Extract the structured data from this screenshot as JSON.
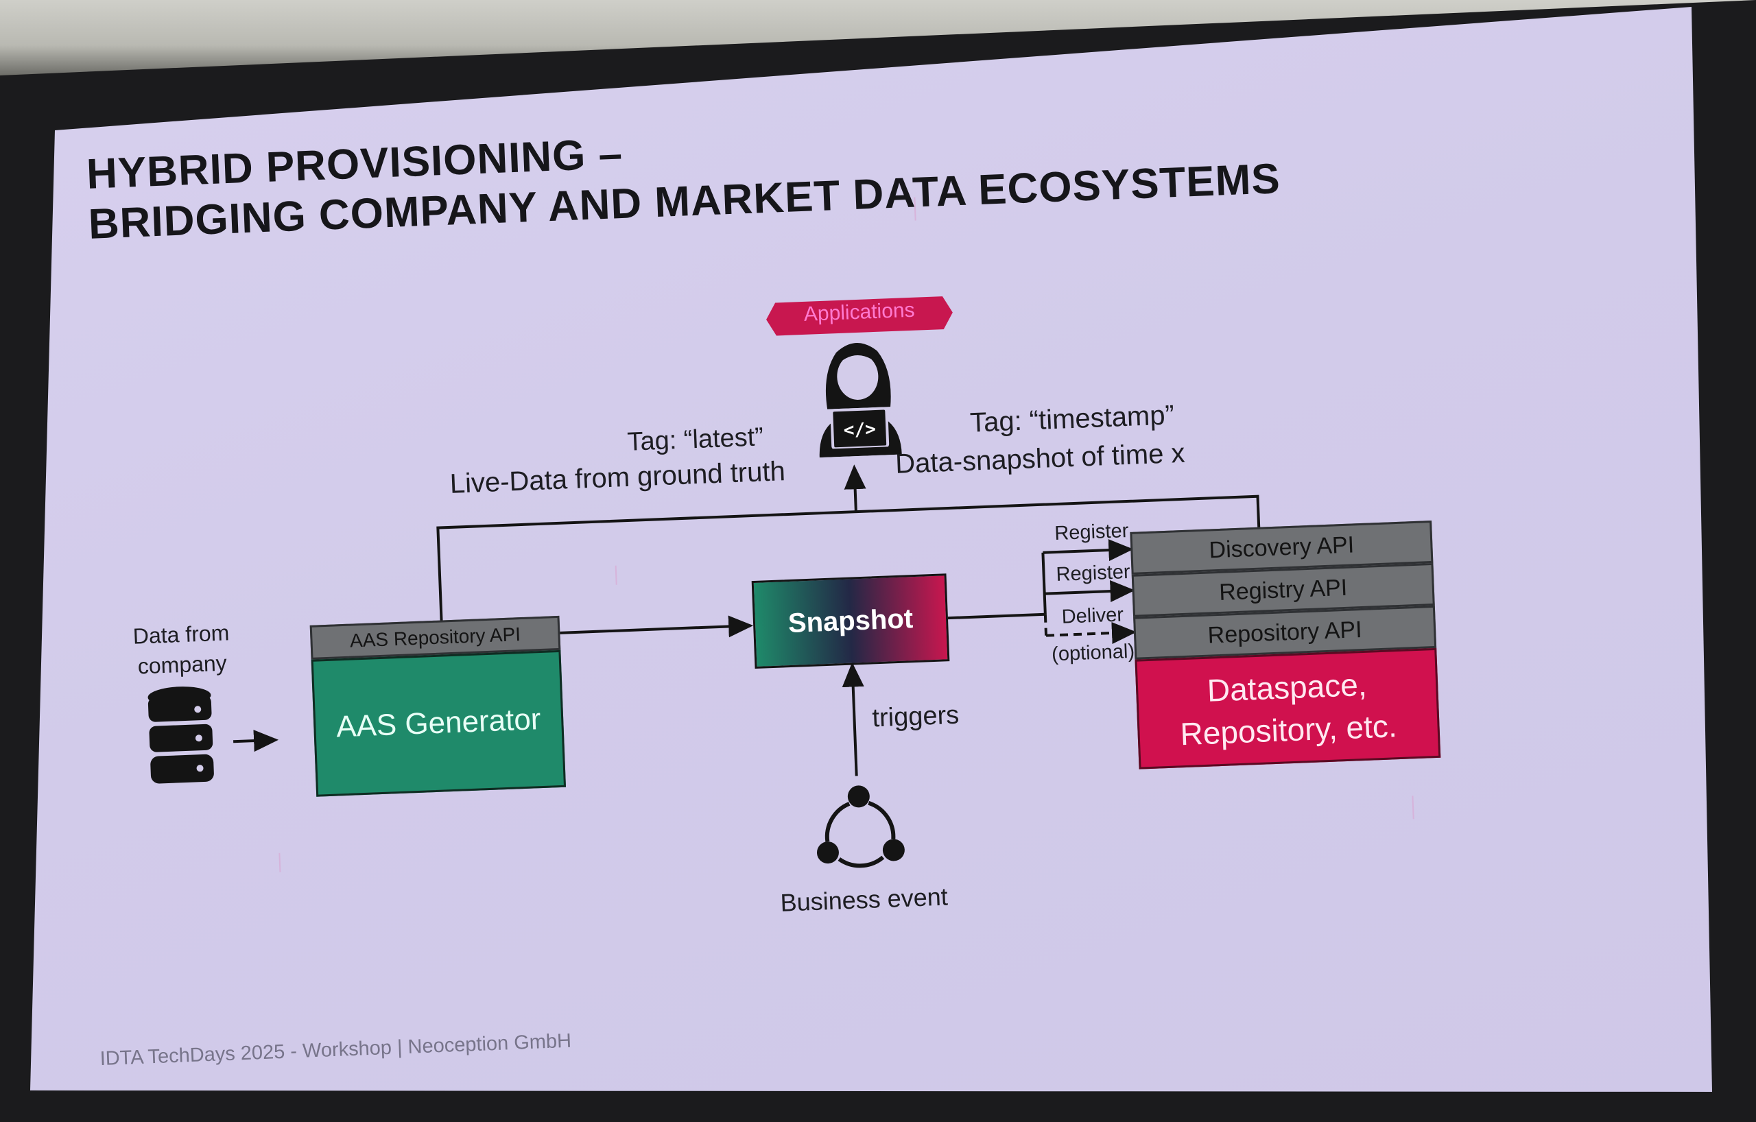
{
  "slide": {
    "title_line1": "HYBRID PROVISIONING –",
    "title_line2": "BRIDGING COMPANY AND MARKET DATA ECOSYSTEMS",
    "footer": "IDTA TechDays 2025 - Workshop | Neoception GmbH"
  },
  "diagram": {
    "applications_label": "Applications",
    "tag_latest": "Tag: “latest”",
    "tag_latest_desc": "Live-Data from ground truth",
    "tag_timestamp": "Tag: “timestamp”",
    "tag_timestamp_desc": "Data-snapshot of time x",
    "data_from_company_line1": "Data from",
    "data_from_company_line2": "company",
    "aas_repo_api": "AAS Repository API",
    "aas_generator": "AAS Generator",
    "snapshot": "Snapshot",
    "triggers": "triggers",
    "business_event": "Business event",
    "register_1": "Register",
    "register_2": "Register",
    "deliver": "Deliver",
    "optional": "(optional)",
    "discovery_api": "Discovery API",
    "registry_api": "Registry API",
    "repository_api": "Repository API",
    "dataspace_line1": "Dataspace,",
    "dataspace_line2": "Repository, etc."
  },
  "colors": {
    "slide_bg": "#d3ccea",
    "green": "#1f8a6a",
    "crimson": "#d0114e",
    "grey_bar": "#6f7174",
    "pink_text": "#ff7ad0",
    "dark": "#1d1d22"
  }
}
